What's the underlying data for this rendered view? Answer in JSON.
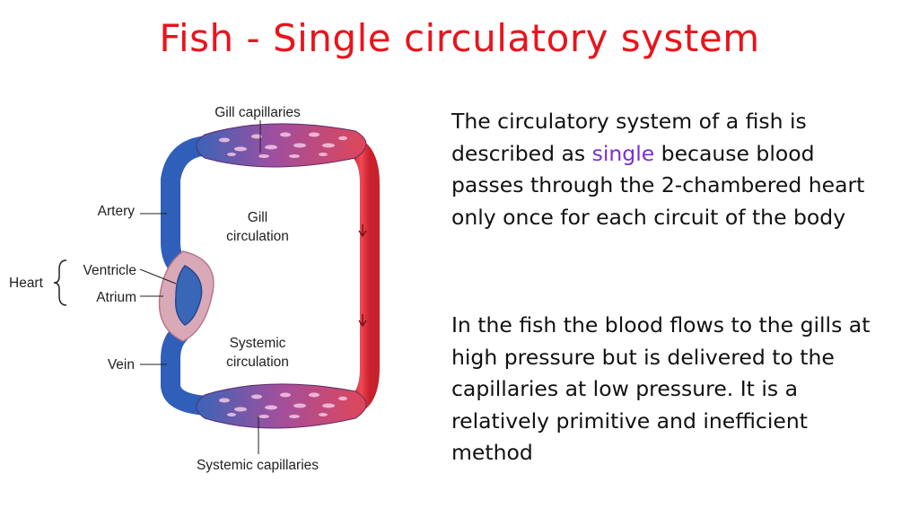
{
  "slide": {
    "title": "Fish - Single circulatory system"
  },
  "diagram": {
    "labels": {
      "gill_capillaries": "Gill capillaries",
      "artery": "Artery",
      "heart": "Heart",
      "ventricle": "Ventricle",
      "atrium": "Atrium",
      "vein": "Vein",
      "gill_circulation_1": "Gill",
      "gill_circulation_2": "circulation",
      "systemic_circulation_1": "Systemic",
      "systemic_circulation_2": "circulation",
      "systemic_capillaries": "Systemic capillaries"
    },
    "colors": {
      "deoxygenated": "#2f5fb8",
      "oxygenated": "#e23a44",
      "capillary_bed": "#a0509a",
      "heart_outer": "#d9a9b8"
    }
  },
  "text": {
    "para1_before": "The circulatory system of a fish is described as ",
    "para1_highlight": "single",
    "para1_after": " because blood passes through the 2-chambered heart only once for each circuit of the body",
    "para2": "In the fish the blood flows to the gills at high pressure but is delivered to the capillaries at low pressure. It is a relatively primitive and inefficient method"
  }
}
